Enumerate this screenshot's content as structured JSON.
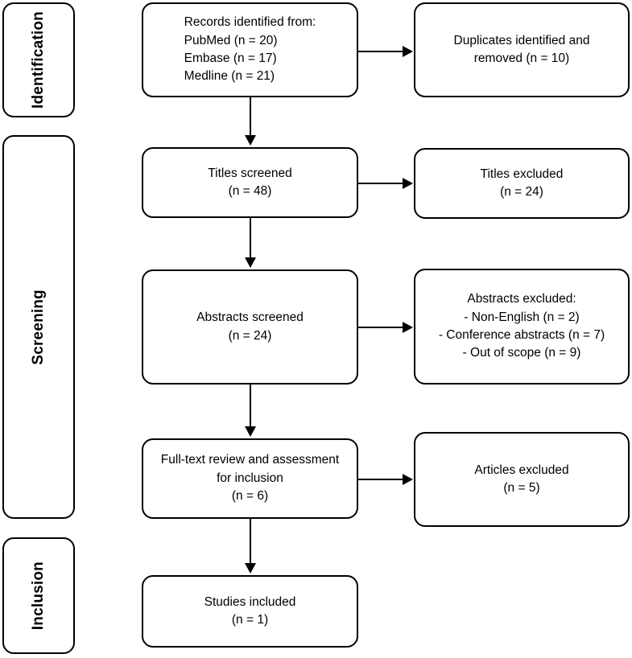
{
  "diagram": {
    "title": "PRISMA flow diagram",
    "type": "flowchart",
    "background_color": "#ffffff",
    "line_color": "#000000",
    "box_fill": "#ffffff"
  },
  "stages": [
    {
      "id": "identification",
      "label": "Identification"
    },
    {
      "id": "screening",
      "label": "Screening"
    },
    {
      "id": "inclusion",
      "label": "Inclusion"
    }
  ],
  "main_boxes": [
    {
      "id": "records-identified",
      "text": "Records identified from:\n   PubMed (n = 20)\n   Embase (n = 17)\n   Medline (n = 21)"
    },
    {
      "id": "titles-screened",
      "text": "Titles screened\n(n = 48)"
    },
    {
      "id": "abstracts-screened",
      "text": "Abstracts screened\n(n = 24)"
    },
    {
      "id": "full-text-review",
      "text": "Full-text review and assessment\nfor inclusion\n(n = 6)"
    },
    {
      "id": "studies-included",
      "text": "Studies included\n(n = 1)"
    }
  ],
  "side_boxes": [
    {
      "id": "duplicates-removed",
      "text": "Duplicates identified and\nremoved (n = 10)"
    },
    {
      "id": "titles-excluded",
      "text": "Titles excluded\n(n = 24)"
    },
    {
      "id": "abstracts-excluded",
      "text": "Abstracts excluded:\n- Non-English (n = 2)\n- Conference abstracts (n = 7)\n- Out of scope (n = 9)"
    },
    {
      "id": "articles-excluded",
      "text": "Articles excluded\n(n = 5)"
    }
  ],
  "counts": {
    "pubmed": 20,
    "embase": 17,
    "medline": 21,
    "duplicates_removed": 10,
    "titles_screened": 48,
    "titles_excluded": 24,
    "abstracts_screened": 24,
    "abstracts_excluded_non_english": 2,
    "abstracts_excluded_conference": 7,
    "abstracts_excluded_out_of_scope": 9,
    "full_text_reviewed": 6,
    "articles_excluded": 5,
    "studies_included": 1
  }
}
